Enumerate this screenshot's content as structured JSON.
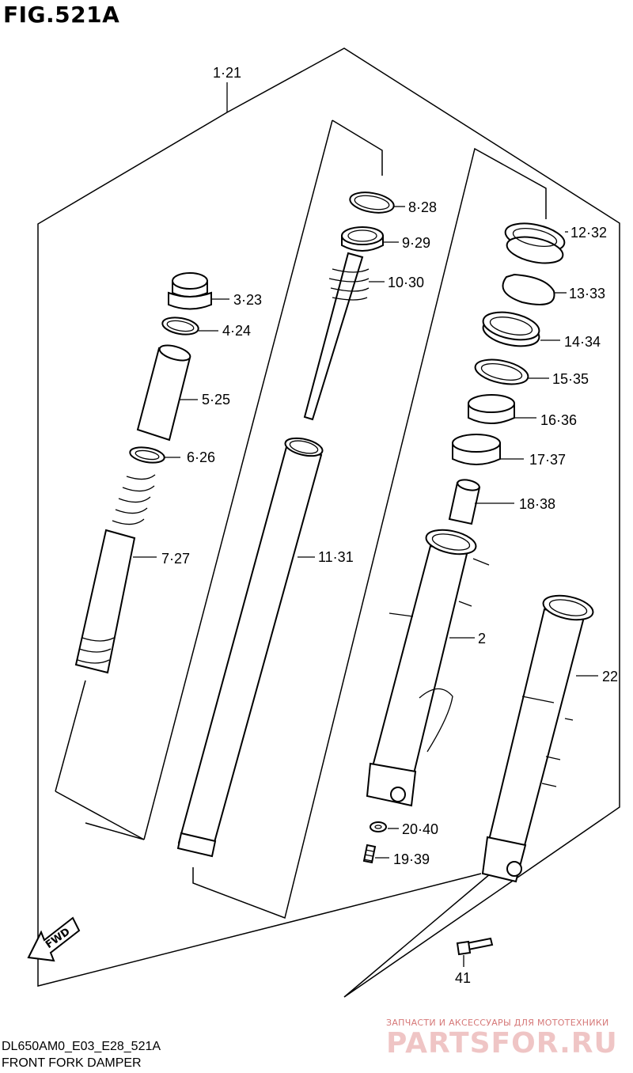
{
  "figure": {
    "title": "FIG.521A",
    "diagram_code": "DL650AM0_E03_E28_521A",
    "caption": "FRONT FORK DAMPER",
    "fwd_label": "FWD"
  },
  "callouts": [
    {
      "id": "c-1-21",
      "label": "1·21"
    },
    {
      "id": "c-8-28",
      "label": "8·28"
    },
    {
      "id": "c-9-29",
      "label": "9·29"
    },
    {
      "id": "c-10-30",
      "label": "10·30"
    },
    {
      "id": "c-3-23",
      "label": "3·23"
    },
    {
      "id": "c-4-24",
      "label": "4·24"
    },
    {
      "id": "c-5-25",
      "label": "5·25"
    },
    {
      "id": "c-6-26",
      "label": "6·26"
    },
    {
      "id": "c-7-27",
      "label": "7·27"
    },
    {
      "id": "c-11-31",
      "label": "11·31"
    },
    {
      "id": "c-12-32",
      "label": "12·32"
    },
    {
      "id": "c-13-33",
      "label": "13·33"
    },
    {
      "id": "c-14-34",
      "label": "14·34"
    },
    {
      "id": "c-15-35",
      "label": "15·35"
    },
    {
      "id": "c-16-36",
      "label": "16·36"
    },
    {
      "id": "c-17-37",
      "label": "17·37"
    },
    {
      "id": "c-18-38",
      "label": "18·38"
    },
    {
      "id": "c-2",
      "label": "2"
    },
    {
      "id": "c-22",
      "label": "22"
    },
    {
      "id": "c-20-40",
      "label": "20·40"
    },
    {
      "id": "c-19-39",
      "label": "19·39"
    },
    {
      "id": "c-41",
      "label": "41"
    }
  ],
  "watermark": {
    "tagline": "ЗАПЧАСТИ И АКСЕССУАРЫ ДЛЯ МОТОТЕХНИКИ",
    "logo": "PARTSFOR.RU"
  }
}
